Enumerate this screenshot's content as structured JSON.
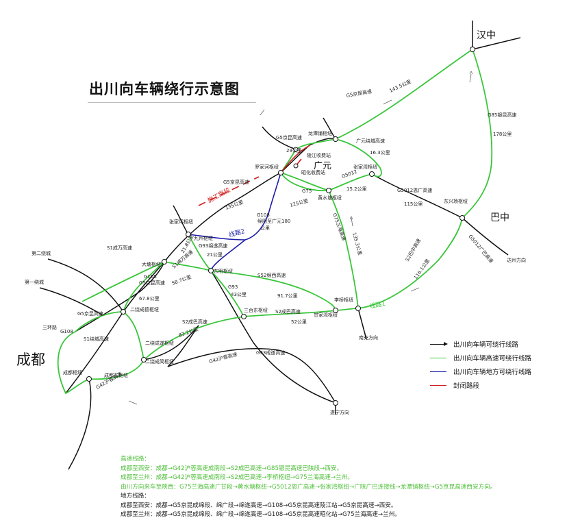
{
  "title": "出川向车辆绕行示意图",
  "colors": {
    "green": "#39c63a",
    "black": "#111111",
    "blue": "#1c1ca8",
    "red": "#d01c1c",
    "note_green": "#4fbf3a"
  },
  "cities": {
    "chengdu": "成都",
    "hanzhong": "汉中",
    "bazhong": "巴中",
    "guangyuan": "广元"
  },
  "labels": {
    "lbl_g5_jkgs": "G5京昆高速",
    "lbl_longtan": "龙潭铺枢纽",
    "lbl_gyrx": "广元绕城高速",
    "lbl_g5jk_top": "G5京昆高速",
    "lbl_143": "143.5公里",
    "lbl_g85": "G85银昆高速",
    "lbl_178": "178公里",
    "lbl_29": "29公里",
    "lbl_hjsf": "陵江收费站",
    "lbl_rjhsf": "昭化收费站",
    "lbl_luojiahe": "罗家河枢纽",
    "lbl_163": "16.3公里",
    "lbl_zhangjiawan": "张家湾枢纽",
    "lbl_g5012_a": "G5012",
    "lbl_152": "15.2公里",
    "lbl_g5012": "G5012恩广高速",
    "lbl_115": "115公里",
    "lbl_dongxing": "东兴场枢纽",
    "lbl_g5jk_mid": "G5京昆高速",
    "lbl_shigong": "施工路段",
    "lbl_135": "135公里",
    "lbl_g75": "G75",
    "lbl_huangshui": "黄水塘枢纽",
    "lbl_125": "125公里",
    "lbl_g75lh": "G75兰海高速",
    "lbl_1353": "135.3公里",
    "lbl_g5012gb": "G5012广巴高速",
    "lbl_dazhou": "达州方向",
    "lbl_s2bz": "S2巴中高速",
    "lbl_1161": "116.1公里",
    "lbl_zhangjiaping": "张家坪枢纽",
    "lbl_g108": "G108",
    "lbl_g108_road": "绵阳至广元180",
    "lbl_gongli": "公里",
    "lbl_xianlu2": "线路2",
    "lbl_jiuwu": "九州枢纽",
    "lbl_g93": "G93绵遂高速",
    "lbl_21": "21公里",
    "lbl_s1cw": "S1成万高速",
    "lbl_dier": "第二绕城",
    "lbl_diyi": "第一绕城",
    "lbl_datl": "大塘枢纽",
    "lbl_s1cwy": "S1绵万高速",
    "lbl_218": "21.8公里",
    "lbl_g108b": "G108",
    "lbl_g5jkc": "G5京昆高速",
    "lbl_587": "58.7公里",
    "lbl_dongming": "东明枢纽",
    "lbl_s52": "S52绵西高速",
    "lbl_g93b": "G93",
    "lbl_43": "43公里",
    "lbl_917": "91.7公里",
    "lbl_lixiang": "李桥枢纽",
    "lbl_xianlu1": "线路1",
    "lbl_678": "67.8公里",
    "lbl_erraocheng": "二绕成德枢纽",
    "lbl_santai": "三台东枢纽",
    "lbl_s2cb": "S2成巴高速",
    "lbl_s2cbb": "S2成巴高速",
    "lbl_gaojia": "甘家湾枢纽",
    "lbl_52": "52公里",
    "lbl_nanchong": "南充方向",
    "lbl_sanhuanlu": "三环路",
    "lbl_g5jkd": "G5京昆高速",
    "lbl_s1y": "S1绕城高速",
    "lbl_g108c": "G108",
    "lbl_832": "83.2公里",
    "lbl_erjia": "二绕成遂枢纽",
    "lbl_ertaiping": "二绕成简枢纽",
    "lbl_g93c": "G93成遂高速",
    "lbl_g42": "G42沪蓉高速",
    "lbl_hengjing": "成都东枢纽",
    "lbl_chengdun": "成都枢纽",
    "lbl_g42c": "G42沪蓉高速",
    "lbl_suining": "遂宁方向"
  },
  "legend": [
    {
      "label": "出川向车辆可绕行线路",
      "style": "arrow"
    },
    {
      "label": "出川向车辆高速可绕行线路",
      "style": "green"
    },
    {
      "label": "出川向车辆地方可绕行线路",
      "style": "blue"
    },
    {
      "label": "封闭路段",
      "style": "red"
    }
  ],
  "notes": {
    "h1": "高速线路：",
    "l1": "成都至西安：成都→G42沪蓉高速成南段→S2成巴高速→G85银昆高速巴陕段→西安。",
    "l2": "成都至兰州：成都→G42沪蓉高速成南段→S2成巴高速→李桥枢纽→G75兰海高速→兰州。",
    "l3": "由川方向来车至陕西：G75兰海高速广甘段→黄水塘枢纽→G5012恩广高速→张家湾枢纽→广陕广巴连接线→龙潭铺枢纽→G5京昆高速西安方向。",
    "h2": "地方线路：",
    "l4": "成都至西安：成都→G5京昆成绵段、绵广段→绵遂高速→G108→G5京昆高速陵江站→G5京昆高速→西安。",
    "l5": "成都至兰州：成都→G5京昆成绵段、绵广段→绵遂高速→G108→G5京昆高速昭化站→G75兰海高速→兰州。"
  }
}
